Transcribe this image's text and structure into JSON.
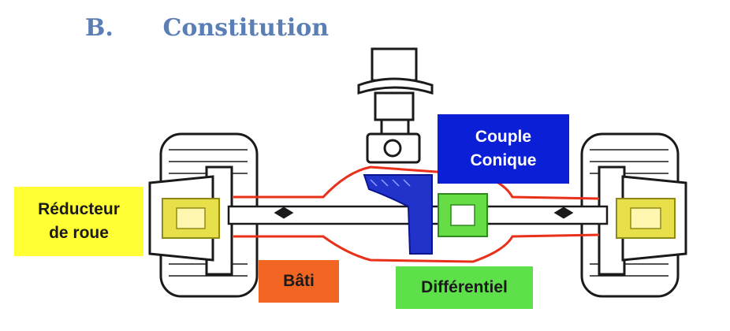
{
  "heading": {
    "number": "B.",
    "title": "Constitution"
  },
  "labels": {
    "reducteur": {
      "line1": "Réducteur",
      "line2": "de roue"
    },
    "couple": {
      "line1": "Couple",
      "line2": "Conique"
    },
    "bati": "Bâti",
    "differentiel": "Différentiel"
  },
  "colors": {
    "heading": "#5b7fb5",
    "reducteur": "#ffff33",
    "couple": "#0a1fd6",
    "bati": "#f26522",
    "differentiel": "#5ee04a",
    "housing_outline": "#e8301a",
    "bevel_gear": "#2233cc",
    "differential_gear": "#66dd44",
    "reducer_gear": "#e8e04a"
  }
}
